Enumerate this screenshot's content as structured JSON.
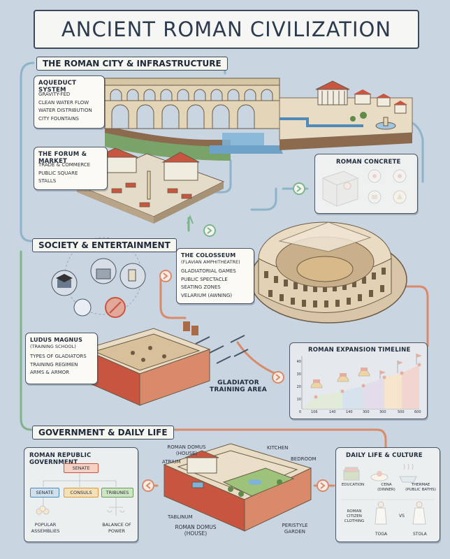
{
  "title": "ANCIENT ROMAN CIVILIZATION",
  "sections": {
    "city": "THE ROMAN CITY & INFRASTRUCTURE",
    "society": "SOCIETY & ENTERTAINMENT",
    "government": "GOVERNMENT & DAILY LIFE"
  },
  "aqueduct": {
    "title": "AQUEDUCT SYSTEM",
    "items": [
      "GRAVITY-FED",
      "CLEAN WATER FLOW",
      "WATER DISTRIBUTION",
      "CITY FOUNTAINS"
    ]
  },
  "forum": {
    "title": "THE FORUM & MARKET",
    "items": [
      "TRADE & COMMERCE",
      "PUBLIC SQUARE",
      "STALLS"
    ]
  },
  "concrete": {
    "title": "ROMAN CONCRETE"
  },
  "colosseum": {
    "title": "THE COLOSSEUM",
    "subtitle": "(FLAVIAN AMPHITHEATRE)",
    "items": [
      "GLADIATORIAL GAMES",
      "PUBLIC SPECTACLE",
      "SEATING ZONES",
      "VELARIUM (AWNING)"
    ]
  },
  "ludus": {
    "title": "LUDUS MAGNUS",
    "subtitle": "(TRAINING SCHOOL)",
    "items": [
      "TYPES OF GLADIATORS",
      "TRAINING REGIMEN",
      "ARMS & ARMOR"
    ],
    "caption1": "GLADIATOR",
    "caption2": "TRAINING AREA"
  },
  "timeline": {
    "title": "ROMAN EXPANSION TIMELINE",
    "y_ticks": [
      "40",
      "30",
      "20",
      "10",
      "0"
    ],
    "x_ticks": [
      "106",
      "140",
      "140",
      "300",
      "300",
      "500",
      "600"
    ]
  },
  "republic": {
    "title": "ROMAN REPUBLIC GOVERNMENT",
    "senate_top": "SENATE",
    "senate": "SENATE",
    "consuls": "CONSULS",
    "tribunes": "TRIBUNES",
    "assemblies1": "POPULAR",
    "assemblies2": "ASSEMBLIES",
    "balance1": "BALANCE OF",
    "balance2": "POWER"
  },
  "domus": {
    "top1": "ROMAN DOMUS",
    "top2": "(HOUSE)",
    "atrium": "ATRIUM",
    "kitchen": "KITCHEN",
    "bedroom": "BEDROOM",
    "tablinum": "TABLINUM",
    "bottom1": "ROMAN DOMUS",
    "bottom2": "(HOUSE)",
    "peristyle1": "PERISTYLE",
    "peristyle2": "GARDEN"
  },
  "daily": {
    "title": "DAILY LIFE & CULTURE",
    "education": "EDUCATION",
    "cena1": "CENA",
    "cena2": "(DINNER)",
    "thermae1": "THERMAE",
    "thermae2": "(PUBLIC BATHS)",
    "clothing1": "ROMAN",
    "clothing2": "CITIZEN",
    "clothing3": "CLOTHING",
    "vs": "VS",
    "toga": "TOGA",
    "stola": "STOLA"
  },
  "colors": {
    "background": "#c9d6e2",
    "terracotta": "#c8553f",
    "stone": "#e8dcc4",
    "water": "#7fb4d8",
    "arrow_orange": "#d98a6a",
    "arrow_green": "#7fb48a"
  }
}
